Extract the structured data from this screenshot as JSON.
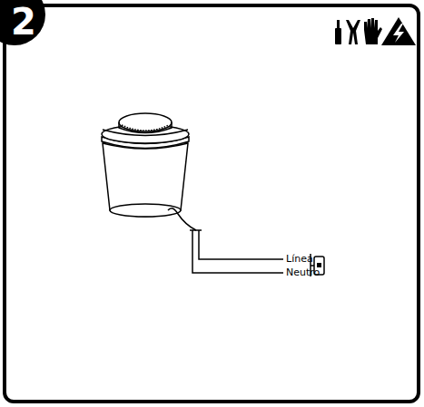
{
  "diagram": {
    "labels": [
      "2",
      "Línea",
      "Neutro"
    ]
  }
}
